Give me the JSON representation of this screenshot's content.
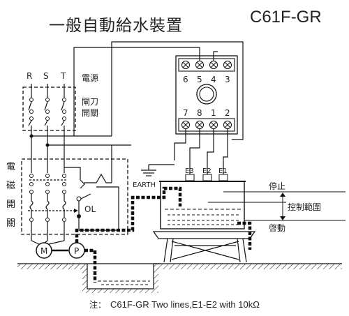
{
  "title": "一般自動給水裝置",
  "model": "C61F-GR",
  "phases": [
    "R",
    "S",
    "T"
  ],
  "labels": {
    "power_source": "電源",
    "knife_switch_line1": "閘刀",
    "knife_switch_line2": "開關",
    "magnetic_switch_chars": [
      "電",
      "磁",
      "開",
      "關"
    ],
    "earth": "EARTH",
    "overload": "OL",
    "motor": "M",
    "pump": "P",
    "stop": "停止",
    "control_range": "控制範圍",
    "start": "啓動"
  },
  "relay": {
    "top_terminals": [
      "6",
      "5",
      "4",
      "3"
    ],
    "bottom_terminals": [
      "7",
      "8",
      "1",
      "2"
    ]
  },
  "electrodes": [
    "E3",
    "E2",
    "E1"
  ],
  "note": {
    "prefix": "注：",
    "text": "C61F-GR Two lines,E1-E2 with 10kΩ"
  }
}
